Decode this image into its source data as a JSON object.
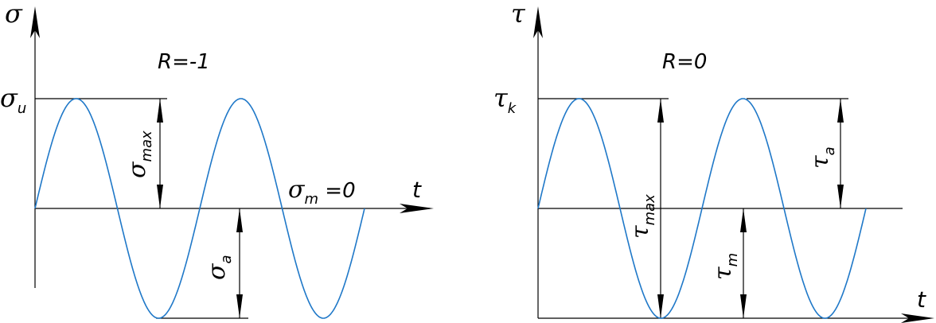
{
  "left_panel": {
    "axis_label_y": "σ",
    "axis_label_x": "t",
    "ratio_label": "R=-1",
    "sigma_u": {
      "symbol": "σ",
      "sub": "u"
    },
    "sigma_max": {
      "symbol": "σ",
      "sub": "max"
    },
    "sigma_a": {
      "symbol": "σ",
      "sub": "a"
    },
    "sigma_m": {
      "symbol": "σ",
      "sub": "m",
      "suffix": " =0"
    }
  },
  "right_panel": {
    "axis_label_y": "τ",
    "axis_label_x": "t",
    "ratio_label": "R=0",
    "tau_k": {
      "symbol": "τ",
      "sub": "k"
    },
    "tau_max": {
      "symbol": "τ",
      "sub": "max"
    },
    "tau_a": {
      "symbol": "τ",
      "sub": "a"
    },
    "tau_m": {
      "symbol": "τ",
      "sub": "m"
    }
  },
  "colors": {
    "wave": "#1f78c8",
    "lines": "#000000"
  }
}
